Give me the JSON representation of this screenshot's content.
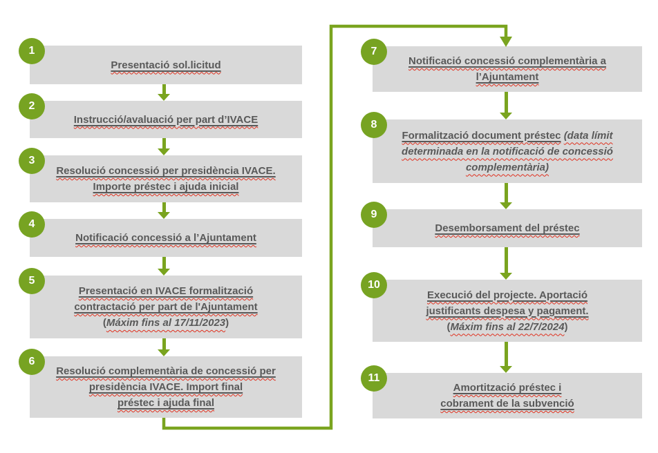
{
  "diagram": {
    "colors": {
      "accent_green": "#77a322",
      "box_gray": "#d9d9d9",
      "text_gray": "#595959",
      "spellcheck_red": "#e0301e"
    },
    "steps": [
      {
        "num": "1",
        "main": "Presentació sol.licitud"
      },
      {
        "num": "2",
        "main": "Instrucció/avaluació per part d’IVACE"
      },
      {
        "num": "3",
        "main": "Resolució concessió per presidència IVACE.\nImporte préstec i ajuda inicial"
      },
      {
        "num": "4",
        "main": "Notificació concessió a l’Ajuntament"
      },
      {
        "num": "5",
        "main": "Presentació en IVACE formalització\ncontractació per part de l'Ajuntament",
        "tail": "\n(",
        "italic": "Máxim fins al 17/11/2023",
        "post": ")"
      },
      {
        "num": "6",
        "main": "Resolució complementària de concessió per\npresidència IVACE. Import final\npréstec i ajuda final"
      },
      {
        "num": "7",
        "main": "Notificació concessió complementària a\nl’Ajuntament"
      },
      {
        "num": "8",
        "main": "Formalització document préstec",
        "tail": " ",
        "italic": "(data límit\ndeterminada en la notificació de concessió\ncomplementària)"
      },
      {
        "num": "9",
        "main": "Desemborsament del préstec"
      },
      {
        "num": "10",
        "main": "Execució del projecte. Aportació\njustificants despesa y pagament.",
        "tail": "\n(",
        "italic": "Máxim fins al 22/7/2024",
        "post": ")"
      },
      {
        "num": "11",
        "main": "Amortització préstec i\ncobrament de la subvenció"
      }
    ]
  }
}
